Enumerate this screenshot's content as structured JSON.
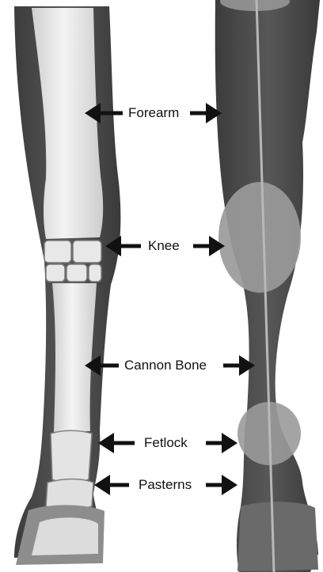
{
  "labels": {
    "forearm": "Forearm",
    "knee": "Knee",
    "cannon": "Cannon Bone",
    "fetlock": "Fetlock",
    "pasterns": "Pasterns"
  },
  "colors": {
    "leg_dark": "#4f4f4f",
    "leg_shadow": "#3e3e3e",
    "bone_light": "#e6e6e6",
    "joint_circle": "#9a9a9a",
    "axis_line": "#b8b8b8",
    "arrow": "#111111"
  }
}
